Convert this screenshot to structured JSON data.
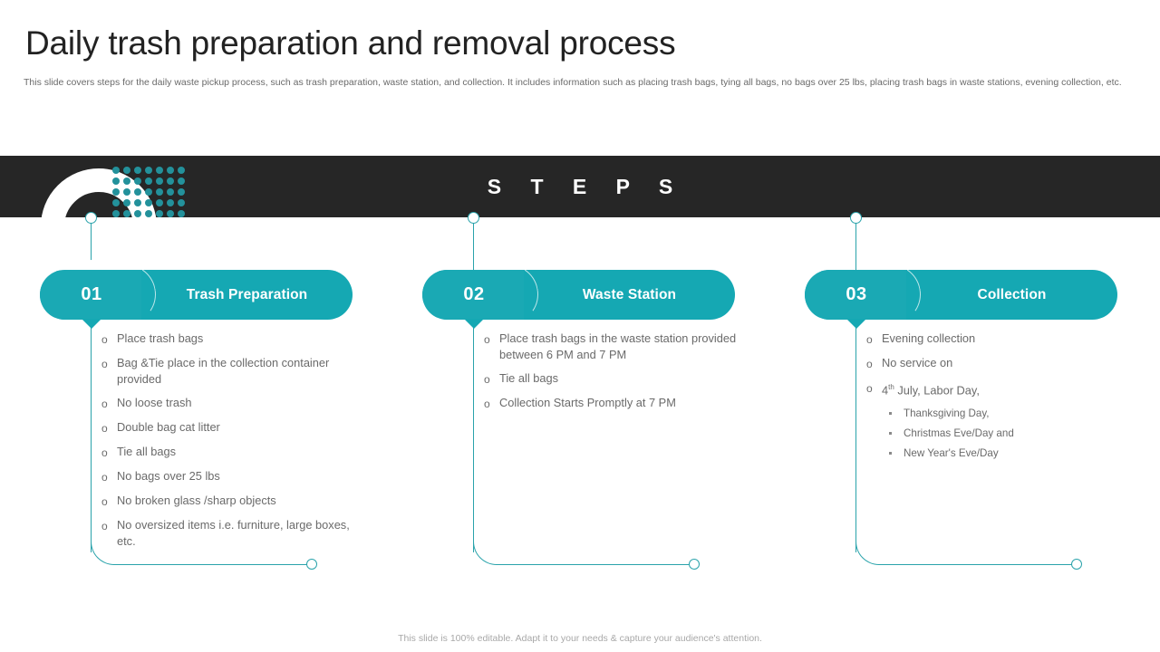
{
  "header": {
    "title": "Daily trash preparation and removal process",
    "subtitle": "This slide covers steps for the daily waste pickup process, such as trash preparation, waste station, and collection. It includes information such as placing trash bags, tying all bags, no bags over 25 lbs, placing trash bags in waste stations, evening collection, etc."
  },
  "banner": {
    "title": "S  T  E  P  S",
    "background_color": "#262626",
    "dot_color": "#23919b",
    "dot_rows": 5,
    "dot_cols": 7
  },
  "theme": {
    "accent": "#15a8b3",
    "accent_line": "#2aa3ab",
    "text": "#6a6a6a",
    "title": "#222222"
  },
  "columns": [
    {
      "number": "01",
      "label": "Trash Preparation",
      "items": [
        {
          "text": "Place trash bags"
        },
        {
          "text": "Bag &Tie place in the collection container provided"
        },
        {
          "text": "No loose trash"
        },
        {
          "text": "Double bag cat litter"
        },
        {
          "text": "Tie all bags"
        },
        {
          "text": "No bags over 25 lbs"
        },
        {
          "text": "No broken glass /sharp objects"
        },
        {
          "text": "No oversized items i.e. furniture, large boxes, etc."
        }
      ],
      "subitems": []
    },
    {
      "number": "02",
      "label": "Waste Station",
      "items": [
        {
          "text": "Place trash bags in the waste station provided between 6 PM and 7 PM"
        },
        {
          "text": "Tie all bags"
        },
        {
          "text": "Collection Starts Promptly at 7 PM"
        }
      ],
      "subitems": []
    },
    {
      "number": "03",
      "label": "Collection",
      "items": [
        {
          "text": "Evening collection"
        },
        {
          "text": "No service on"
        },
        {
          "text": "4th July, Labor Day,",
          "superscript": "th",
          "text_pre": "4",
          "text_post": " July, Labor Day,"
        }
      ],
      "subitems": [
        {
          "text": "Thanksgiving  Day,"
        },
        {
          "text": "Christmas Eve/Day and"
        },
        {
          "text": "New Year's Eve/Day"
        }
      ]
    }
  ],
  "footer": {
    "note": "This slide is 100% editable. Adapt it to your needs & capture your audience's attention."
  },
  "bullet_marker": "o"
}
